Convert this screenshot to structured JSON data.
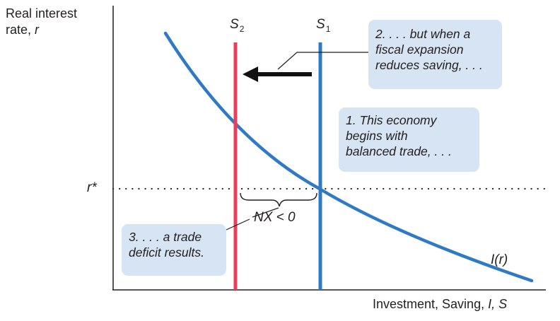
{
  "axes": {
    "y_title_line1": "Real interest",
    "y_title_line2_text": "rate, ",
    "y_title_line2_var": "r",
    "x_title_text": "Investment, Saving, ",
    "x_title_vars": "I, S"
  },
  "labels": {
    "r_star": "r*",
    "s1_letter": "S",
    "s1_sub": "1",
    "s2_letter": "S",
    "s2_sub": "2",
    "nx": "NX < 0",
    "investment_curve": "I(r)"
  },
  "callouts": {
    "c1": [
      "1. This economy",
      "begins with",
      "balanced trade, . . ."
    ],
    "c2": [
      "2. . . . but when a",
      "fiscal expansion",
      "reduces saving, . . ."
    ],
    "c3": [
      "3. . . . a trade",
      "deficit results."
    ]
  },
  "colors": {
    "s1_line": "#2f7ac4",
    "s2_line": "#e8405a",
    "investment_curve": "#2f7ac4",
    "callout_fill": "#d6e4f3",
    "axis": "#231f20",
    "arrow": "#111111"
  },
  "icons": {
    "shift_arrow": "left-arrow-icon"
  }
}
